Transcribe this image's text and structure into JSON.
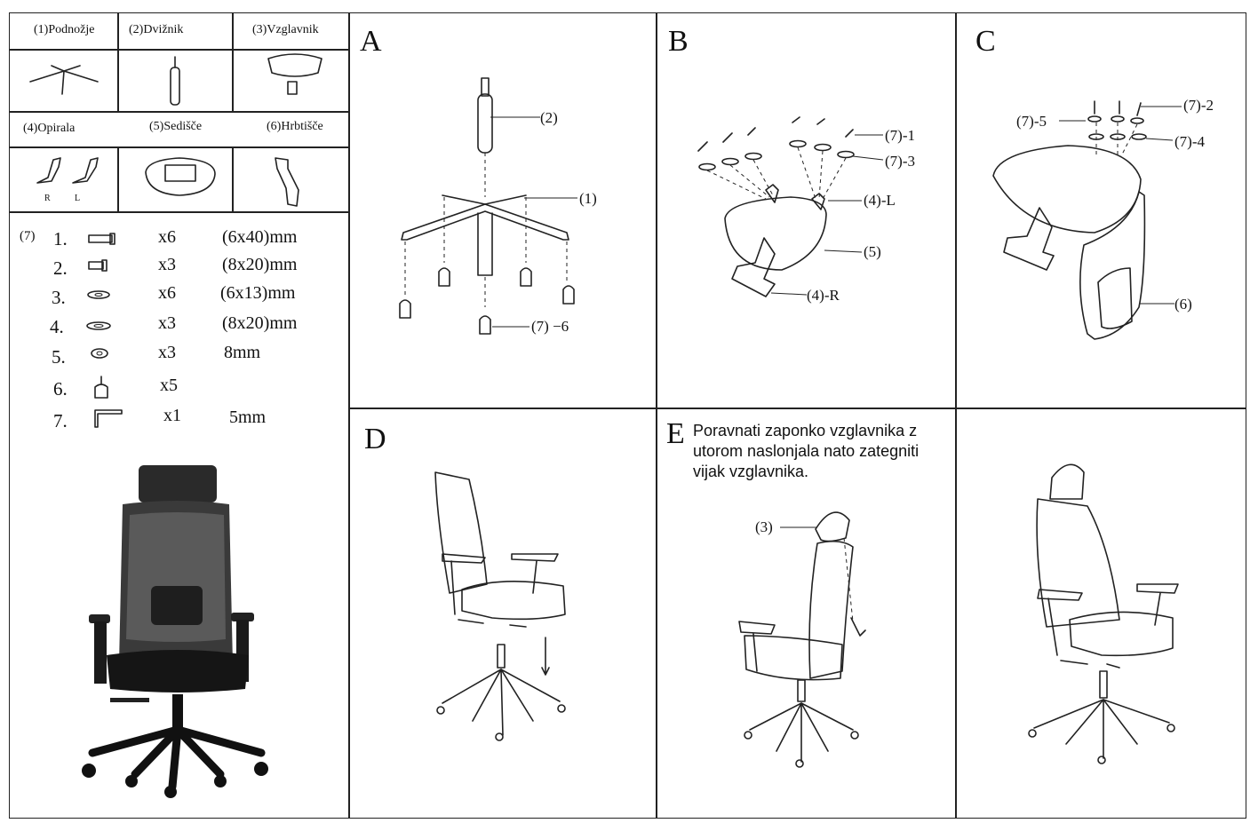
{
  "parts": [
    {
      "num": "(1)",
      "name": "Podnožje"
    },
    {
      "num": "(2)",
      "name": "Dvižnik"
    },
    {
      "num": "(3)",
      "name": "Vzglavnik"
    },
    {
      "num": "(4)",
      "name": "Opirala"
    },
    {
      "num": "(5)",
      "name": "Sedišče"
    },
    {
      "num": "(6)",
      "name": "Hrbtišče"
    }
  ],
  "armrest_sides": {
    "right": "R",
    "left": "L"
  },
  "hardware_group": "(7)",
  "hardware": [
    {
      "num": "1.",
      "qty": "x6",
      "size": "(6x40)mm",
      "icon": "bolt-long-icon"
    },
    {
      "num": "2.",
      "qty": "x3",
      "size": "(8x20)mm",
      "icon": "bolt-short-icon"
    },
    {
      "num": "3.",
      "qty": "x6",
      "size": "(6x13)mm",
      "icon": "washer-icon"
    },
    {
      "num": "4.",
      "qty": "x3",
      "size": "(8x20)mm",
      "icon": "washer-large-icon"
    },
    {
      "num": "5.",
      "qty": "x3",
      "size": "8mm",
      "icon": "spring-washer-icon"
    },
    {
      "num": "6.",
      "qty": "x5",
      "size": "",
      "icon": "caster-icon"
    },
    {
      "num": "7.",
      "qty": "x1",
      "size": "5mm",
      "icon": "allen-key-icon"
    }
  ],
  "panels": {
    "a": {
      "letter": "A",
      "callouts": {
        "lift": "(2)",
        "base": "(1)",
        "caster": "(7) −6"
      }
    },
    "b": {
      "letter": "B",
      "callouts": {
        "bolt": "(7)-1",
        "washer": "(7)-3",
        "arm_left": "(4)-L",
        "seat": "(5)",
        "arm_right": "(4)-R"
      }
    },
    "c": {
      "letter": "C",
      "callouts": {
        "bolt": "(7)-2",
        "spring": "(7)-5",
        "washer": "(7)-4",
        "back": "(6)"
      }
    },
    "d": {
      "letter": "D"
    },
    "e": {
      "letter": "E",
      "instruction": "Poravnati zaponko vzglavnika z utorom naslonjala nato zategniti vijak vzglavnika.",
      "callout": "(3)"
    }
  }
}
